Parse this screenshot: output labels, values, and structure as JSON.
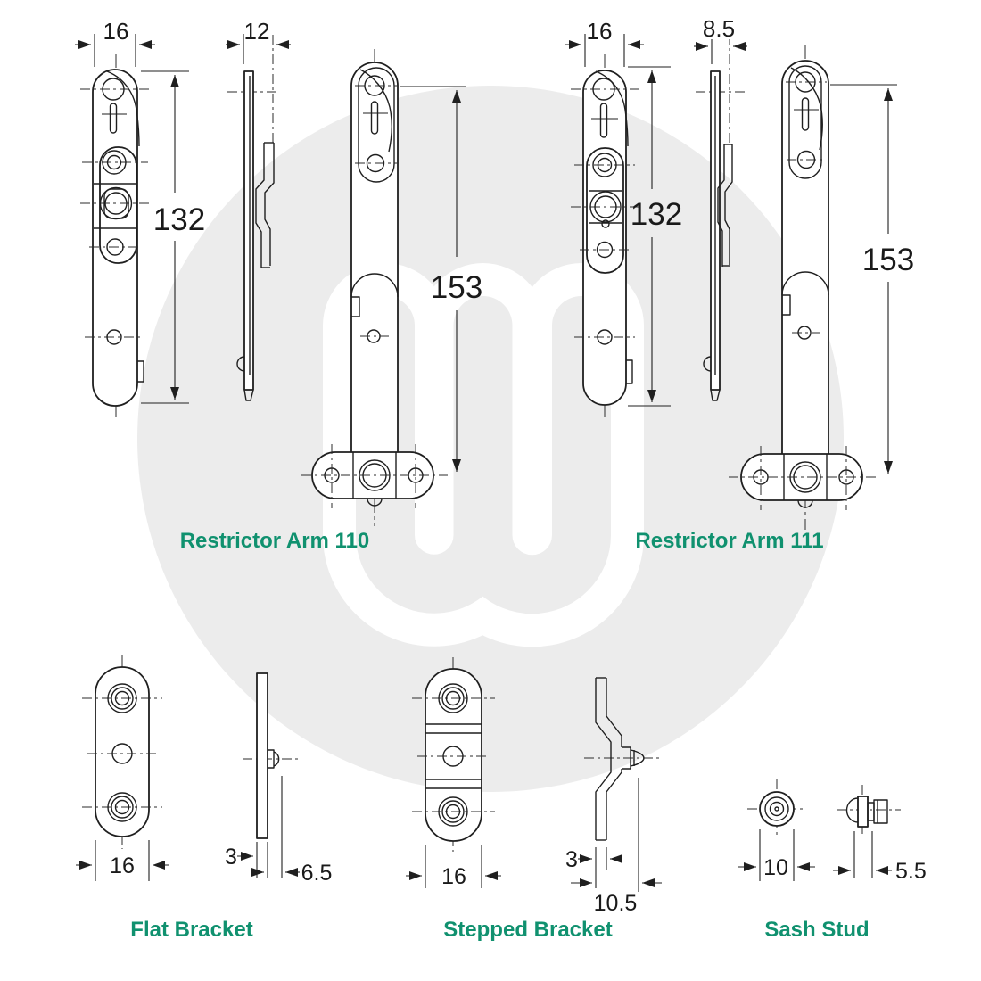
{
  "watermark": {
    "icon_name": "m-logo-watermark",
    "circle_color": "#ECECEC",
    "glyph_color": "#FFFFFF"
  },
  "drawing": {
    "line_color": "#1F1F1F",
    "label_color": "#10916F",
    "background": "#FFFFFF"
  },
  "components": {
    "restrictor_arm_110": {
      "label": "Restrictor Arm 110",
      "dims": {
        "front_width": "16",
        "side_width": "12",
        "body_length": "132",
        "overall_length": "153"
      }
    },
    "restrictor_arm_111": {
      "label": "Restrictor Arm 111",
      "dims": {
        "front_width": "16",
        "side_width": "8.5",
        "body_length": "132",
        "overall_length": "153"
      }
    },
    "flat_bracket": {
      "label": "Flat Bracket",
      "dims": {
        "width": "16",
        "thickness": "3",
        "stud_depth": "6.5"
      }
    },
    "stepped_bracket": {
      "label": "Stepped Bracket",
      "dims": {
        "width": "16",
        "thickness": "3",
        "stud_depth": "10.5"
      }
    },
    "sash_stud": {
      "label": "Sash Stud",
      "dims": {
        "diameter": "10",
        "depth": "5.5"
      }
    }
  }
}
